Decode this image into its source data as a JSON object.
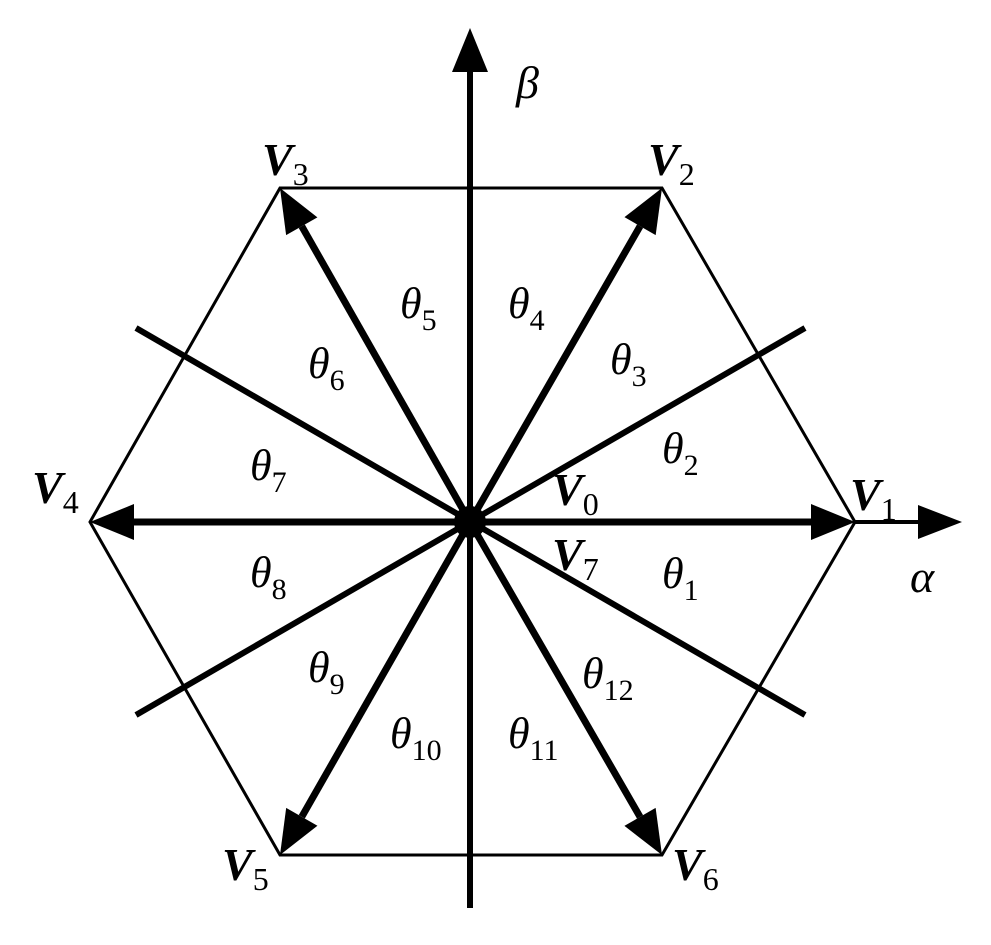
{
  "axes": {
    "alpha": "α",
    "beta": "β"
  },
  "vectors": [
    {
      "name": "V",
      "sub": "1"
    },
    {
      "name": "V",
      "sub": "2"
    },
    {
      "name": "V",
      "sub": "3"
    },
    {
      "name": "V",
      "sub": "4"
    },
    {
      "name": "V",
      "sub": "5"
    },
    {
      "name": "V",
      "sub": "6"
    }
  ],
  "zero_vectors": [
    {
      "name": "V",
      "sub": "0"
    },
    {
      "name": "V",
      "sub": "7"
    }
  ],
  "sectors": [
    {
      "name": "θ",
      "sub": "1"
    },
    {
      "name": "θ",
      "sub": "2"
    },
    {
      "name": "θ",
      "sub": "3"
    },
    {
      "name": "θ",
      "sub": "4"
    },
    {
      "name": "θ",
      "sub": "5"
    },
    {
      "name": "θ",
      "sub": "6"
    },
    {
      "name": "θ",
      "sub": "7"
    },
    {
      "name": "θ",
      "sub": "8"
    },
    {
      "name": "θ",
      "sub": "9"
    },
    {
      "name": "θ",
      "sub": "10"
    },
    {
      "name": "θ",
      "sub": "11"
    },
    {
      "name": "θ",
      "sub": "12"
    }
  ]
}
